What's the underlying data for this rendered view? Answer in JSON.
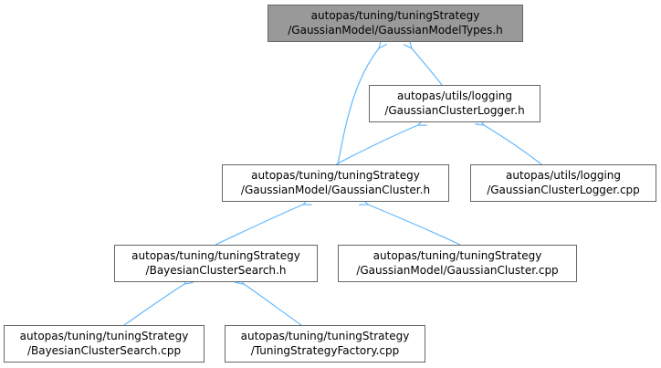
{
  "graph": {
    "nodes": [
      {
        "id": "n0",
        "line1": "autopas/tuning/tuningStrategy",
        "line2": "/GaussianModel/GaussianModelTypes.h"
      },
      {
        "id": "n1",
        "line1": "autopas/utils/logging",
        "line2": "/GaussianClusterLogger.h"
      },
      {
        "id": "n2",
        "line1": "autopas/tuning/tuningStrategy",
        "line2": "/GaussianModel/GaussianCluster.h"
      },
      {
        "id": "n3",
        "line1": "autopas/utils/logging",
        "line2": "/GaussianClusterLogger.cpp"
      },
      {
        "id": "n4",
        "line1": "autopas/tuning/tuningStrategy",
        "line2": "/BayesianClusterSearch.h"
      },
      {
        "id": "n5",
        "line1": "autopas/tuning/tuningStrategy",
        "line2": "/GaussianModel/GaussianCluster.cpp"
      },
      {
        "id": "n6",
        "line1": "autopas/tuning/tuningStrategy",
        "line2": "/BayesianClusterSearch.cpp"
      },
      {
        "id": "n7",
        "line1": "autopas/tuning/tuningStrategy",
        "line2": "/TuningStrategyFactory.cpp"
      }
    ],
    "edges": [
      {
        "from": "n1",
        "to": "n0"
      },
      {
        "from": "n2",
        "to": "n0"
      },
      {
        "from": "n2",
        "to": "n1"
      },
      {
        "from": "n3",
        "to": "n1"
      },
      {
        "from": "n4",
        "to": "n2"
      },
      {
        "from": "n5",
        "to": "n2"
      },
      {
        "from": "n6",
        "to": "n4"
      },
      {
        "from": "n7",
        "to": "n4"
      }
    ],
    "colors": {
      "root_fill": "#999999",
      "node_fill": "#ffffff",
      "border": "#666666",
      "edge": "#63b8ff"
    }
  }
}
